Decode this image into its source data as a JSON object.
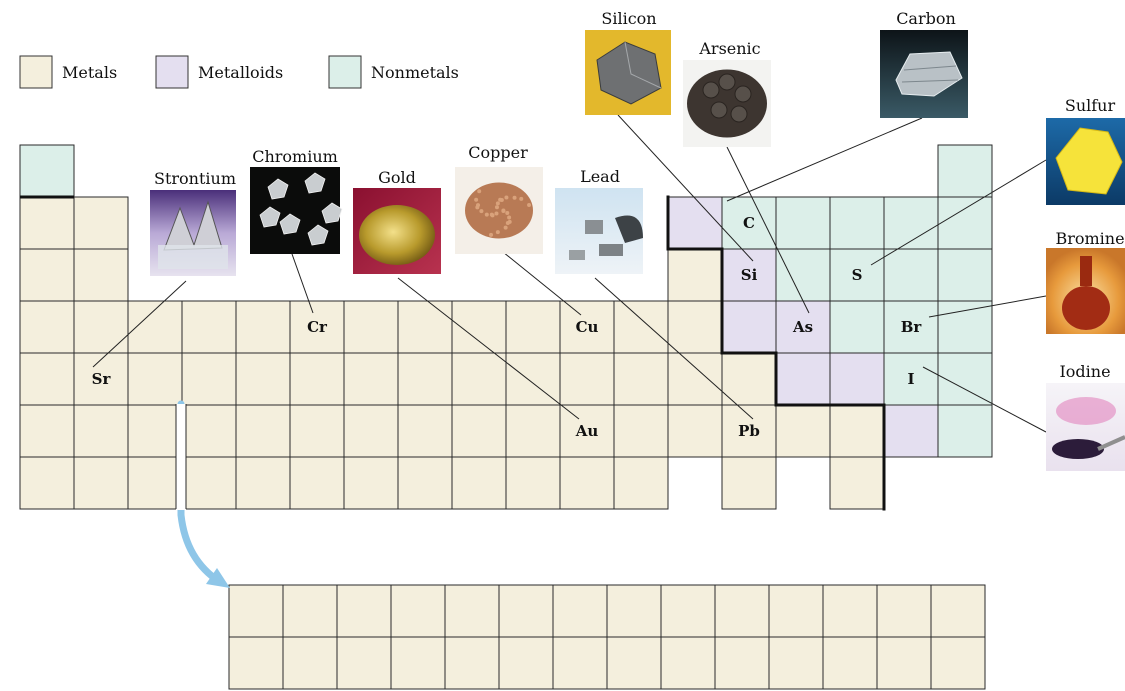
{
  "colors": {
    "metal": "#f4efdd",
    "metalloid": "#e4dff0",
    "nonmetal": "#dcefe9",
    "arrow": "#8ec6e8"
  },
  "legend": [
    {
      "key": "metal",
      "label": "Metals"
    },
    {
      "key": "metalloid",
      "label": "Metalloids"
    },
    {
      "key": "nonmetal",
      "label": "Nonmetals"
    }
  ],
  "elements": [
    {
      "symbol": "Sr",
      "col": 2,
      "row": 5
    },
    {
      "symbol": "Cr",
      "col": 6,
      "row": 4
    },
    {
      "symbol": "Cu",
      "col": 11,
      "row": 4
    },
    {
      "symbol": "Au",
      "col": 11,
      "row": 6
    },
    {
      "symbol": "C",
      "col": 14,
      "row": 2
    },
    {
      "symbol": "Si",
      "col": 14,
      "row": 3
    },
    {
      "symbol": "Pb",
      "col": 14,
      "row": 6
    },
    {
      "symbol": "As",
      "col": 15,
      "row": 4
    },
    {
      "symbol": "S",
      "col": 16,
      "row": 3
    },
    {
      "symbol": "Br",
      "col": 17,
      "row": 4
    },
    {
      "symbol": "I",
      "col": 17,
      "row": 5
    }
  ],
  "samples": [
    {
      "name": "Strontium",
      "icon": "strontium-sample-icon",
      "target": "Sr"
    },
    {
      "name": "Chromium",
      "icon": "chromium-sample-icon",
      "target": "Cr"
    },
    {
      "name": "Gold",
      "icon": "gold-sample-icon",
      "target": "Au"
    },
    {
      "name": "Copper",
      "icon": "copper-sample-icon",
      "target": "Cu"
    },
    {
      "name": "Lead",
      "icon": "lead-sample-icon",
      "target": "Pb"
    },
    {
      "name": "Silicon",
      "icon": "silicon-sample-icon",
      "target": "Si"
    },
    {
      "name": "Arsenic",
      "icon": "arsenic-sample-icon",
      "target": "As"
    },
    {
      "name": "Carbon",
      "icon": "carbon-sample-icon",
      "target": "C"
    },
    {
      "name": "Sulfur",
      "icon": "sulfur-sample-icon",
      "target": "S"
    },
    {
      "name": "Bromine",
      "icon": "bromine-sample-icon",
      "target": "Br"
    },
    {
      "name": "Iodine",
      "icon": "iodine-sample-icon",
      "target": "I"
    }
  ]
}
